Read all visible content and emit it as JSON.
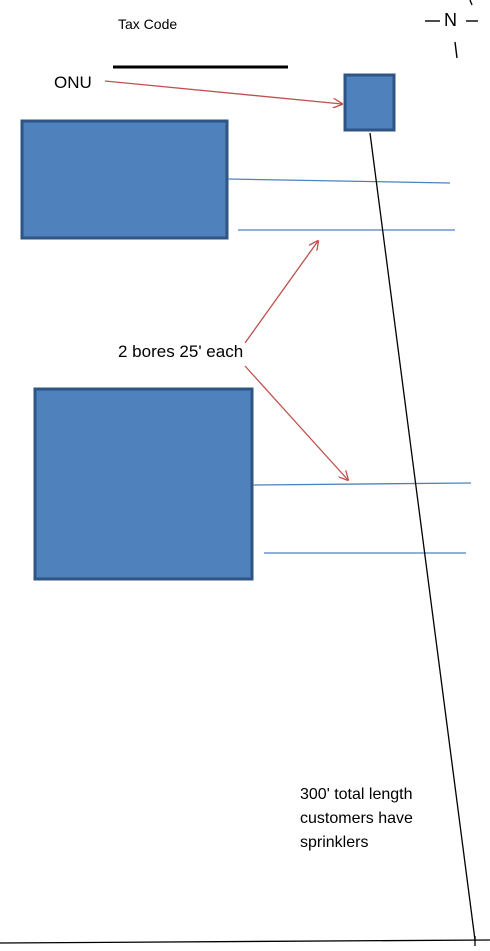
{
  "labels": {
    "tax_code": "Tax Code",
    "onu": "ONU",
    "north": "N",
    "bores": "2 bores 25' each",
    "note": [
      "300' total length",
      "customers have",
      "sprinklers"
    ]
  },
  "colors": {
    "box_fill": "#4f81bd",
    "box_stroke": "#2f5584",
    "conduit_line": "#4f81bd",
    "pointer_arrow": "#c0504d",
    "route_line": "#000000"
  }
}
